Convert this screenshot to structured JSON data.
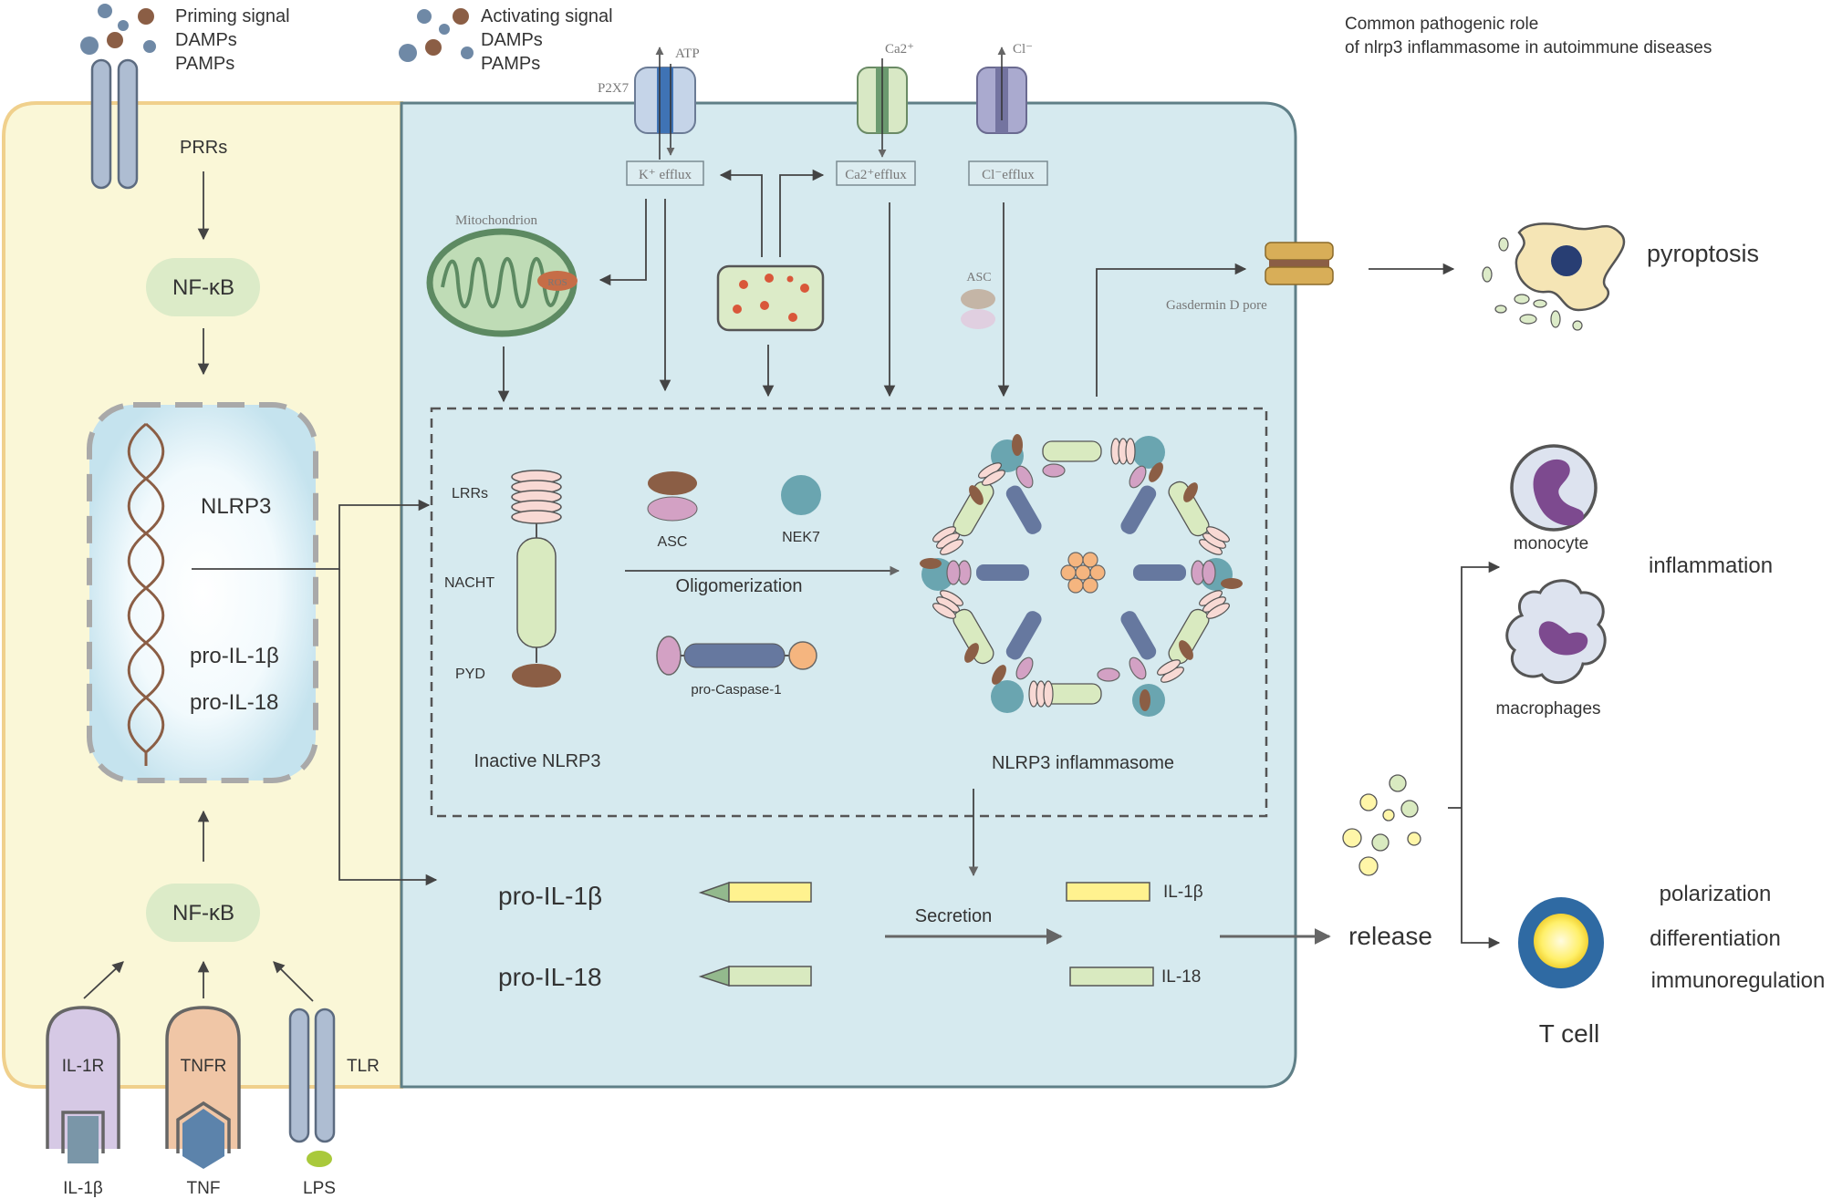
{
  "signals": {
    "priming": [
      "Priming signal",
      "DAMPs",
      "PAMPs"
    ],
    "activating": [
      "Activating signal",
      "DAMPs",
      "PAMPs"
    ]
  },
  "heading": [
    "Common pathogenic role",
    "of nlrp3 inflammasome in autoimmune diseases"
  ],
  "channels": {
    "atp": "ATP",
    "p2x7": "P2X7",
    "k_efflux": "K⁺ efflux",
    "ca_label": "Ca2⁺",
    "ca_efflux": "Ca2⁺efflux",
    "cl_label": "Cl⁻",
    "cl_efflux": "Cl⁻efflux"
  },
  "left": {
    "prrs": "PRRs",
    "nfkb_top": "NF-κB",
    "nfkb_bottom": "NF-κB",
    "nlrp3": "NLRP3",
    "pro_il1b": "pro-IL-1β",
    "pro_il18": "pro-IL-18",
    "receptors": [
      {
        "label": "IL-1R",
        "ligand": "IL-1β"
      },
      {
        "label": "TNFR",
        "ligand": "TNF"
      },
      {
        "label": "TLR",
        "ligand": "LPS"
      }
    ]
  },
  "cyto": {
    "mitochondrion": "Mitochondrion",
    "ros": "ROS",
    "asc_small": "ASC",
    "gasdermin": "Gasdermin D pore"
  },
  "box": {
    "lrrs": "LRRs",
    "nacht": "NACHT",
    "pyd": "PYD",
    "asc": "ASC",
    "nek7": "NEK7",
    "oligomerization": "Oligomerization",
    "pro_caspase": "pro-Caspase-1",
    "inactive": "Inactive NLRP3",
    "inflammasome": "NLRP3 inflammasome"
  },
  "lower": {
    "pro_il1b": "pro-IL-1β",
    "pro_il18": "pro-IL-18",
    "secretion": "Secretion",
    "il1b": "IL-1β",
    "il18": "IL-18"
  },
  "outcomes": {
    "pyroptosis": "pyroptosis",
    "release": "release",
    "monocyte": "monocyte",
    "macrophages": "macrophages",
    "inflammation": "inflammation",
    "t_cell": "T cell",
    "t_roles": [
      "polarization",
      "differentiation",
      "immunoregulation"
    ]
  },
  "colors": {
    "left_region": "#faf7d7",
    "right_region": "#d6eaef",
    "membrane_left": "#f0d08c",
    "membrane_right": "#5f7f87",
    "nfkb": "#dcebc8",
    "nucleus_border": "#a9a9a9",
    "brown": "#8b5e45",
    "pink": "#d3a1c4",
    "teal": "#6aa5b0",
    "blue_rod": "#66789f",
    "lime_rod": "#d9eac0",
    "yellow": "#fff28f"
  }
}
